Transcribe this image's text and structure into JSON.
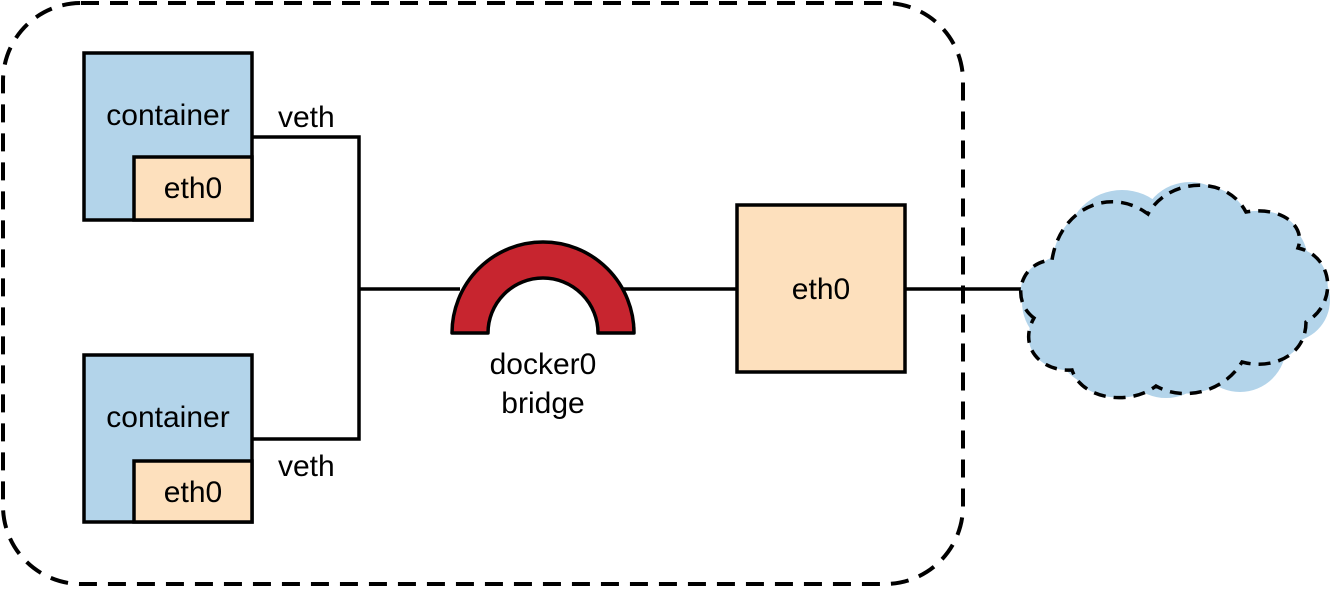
{
  "colors": {
    "container_fill": "#b3d4ea",
    "interface_fill": "#fde0bd",
    "bridge_fill": "#c7252f",
    "cloud_fill": "#b3d4ea",
    "line": "#000000"
  },
  "containers": [
    {
      "label": "container",
      "iface": "eth0",
      "link": "veth"
    },
    {
      "label": "container",
      "iface": "eth0",
      "link": "veth"
    }
  ],
  "bridge": {
    "line1": "docker0",
    "line2": "bridge"
  },
  "host_iface": {
    "label": "eth0"
  },
  "icons": {
    "bridge": "bridge-arch-icon",
    "cloud": "cloud-icon"
  }
}
